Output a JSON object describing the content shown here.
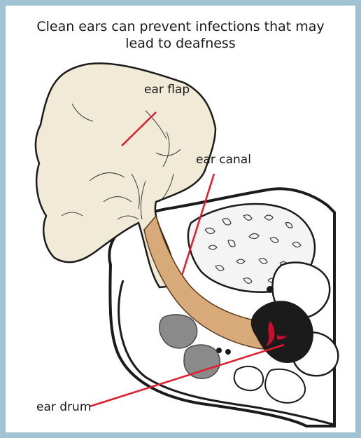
{
  "title": {
    "line1": "Clean ears can prevent infections that may",
    "line2": "lead to deafness"
  },
  "labels": {
    "ear_flap": "ear flap",
    "ear_canal": "ear canal",
    "ear_drum": "ear drum"
  },
  "colors": {
    "frame": "#9fc3d3",
    "ear_flap_fill": "#f1ead6",
    "ear_canal_fill": "#d8a979",
    "bone_fill": "#8a8a8a",
    "drum_fill": "#1b1b1b",
    "blood_red": "#c8102e",
    "pointer_line": "#e21c2a"
  }
}
